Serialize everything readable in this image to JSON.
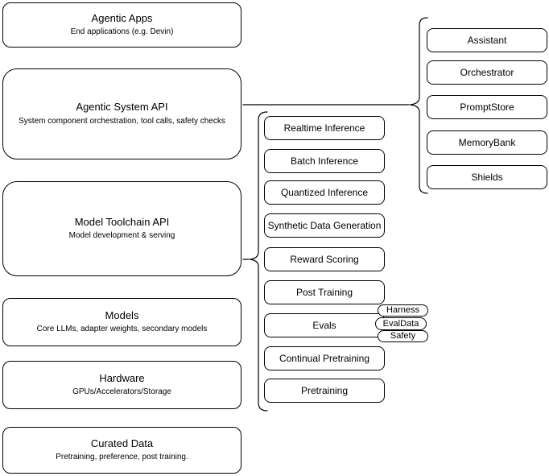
{
  "diagram": {
    "title": "Agentic system stack diagram",
    "colors": {
      "border": "#000000",
      "fill": "#ffffff",
      "text": "#000000"
    },
    "left_column": [
      {
        "title": "Agentic Apps",
        "subtitle": "End applications (e.g. Devin)"
      },
      {
        "title": "Agentic System API",
        "subtitle": "System component orchestration, tool calls, safety checks"
      },
      {
        "title": "Model Toolchain API",
        "subtitle": "Model development & serving"
      },
      {
        "title": "Models",
        "subtitle": "Core LLMs, adapter weights, secondary models"
      },
      {
        "title": "Hardware",
        "subtitle": "GPUs/Accelerators/Storage"
      },
      {
        "title": "Curated Data",
        "subtitle": "Pretraining, preference, post training."
      }
    ],
    "toolchain_services": [
      "Realtime Inference",
      "Batch Inference",
      "Quantized Inference",
      "Synthetic Data Generation",
      "Reward Scoring",
      "Post Training",
      "Evals",
      "Continual Pretraining",
      "Pretraining"
    ],
    "eval_tags": [
      "Harness",
      "EvalData",
      "Safety"
    ],
    "system_components": [
      "Assistant",
      "Orchestrator",
      "PromptStore",
      "MemoryBank",
      "Shields"
    ]
  }
}
